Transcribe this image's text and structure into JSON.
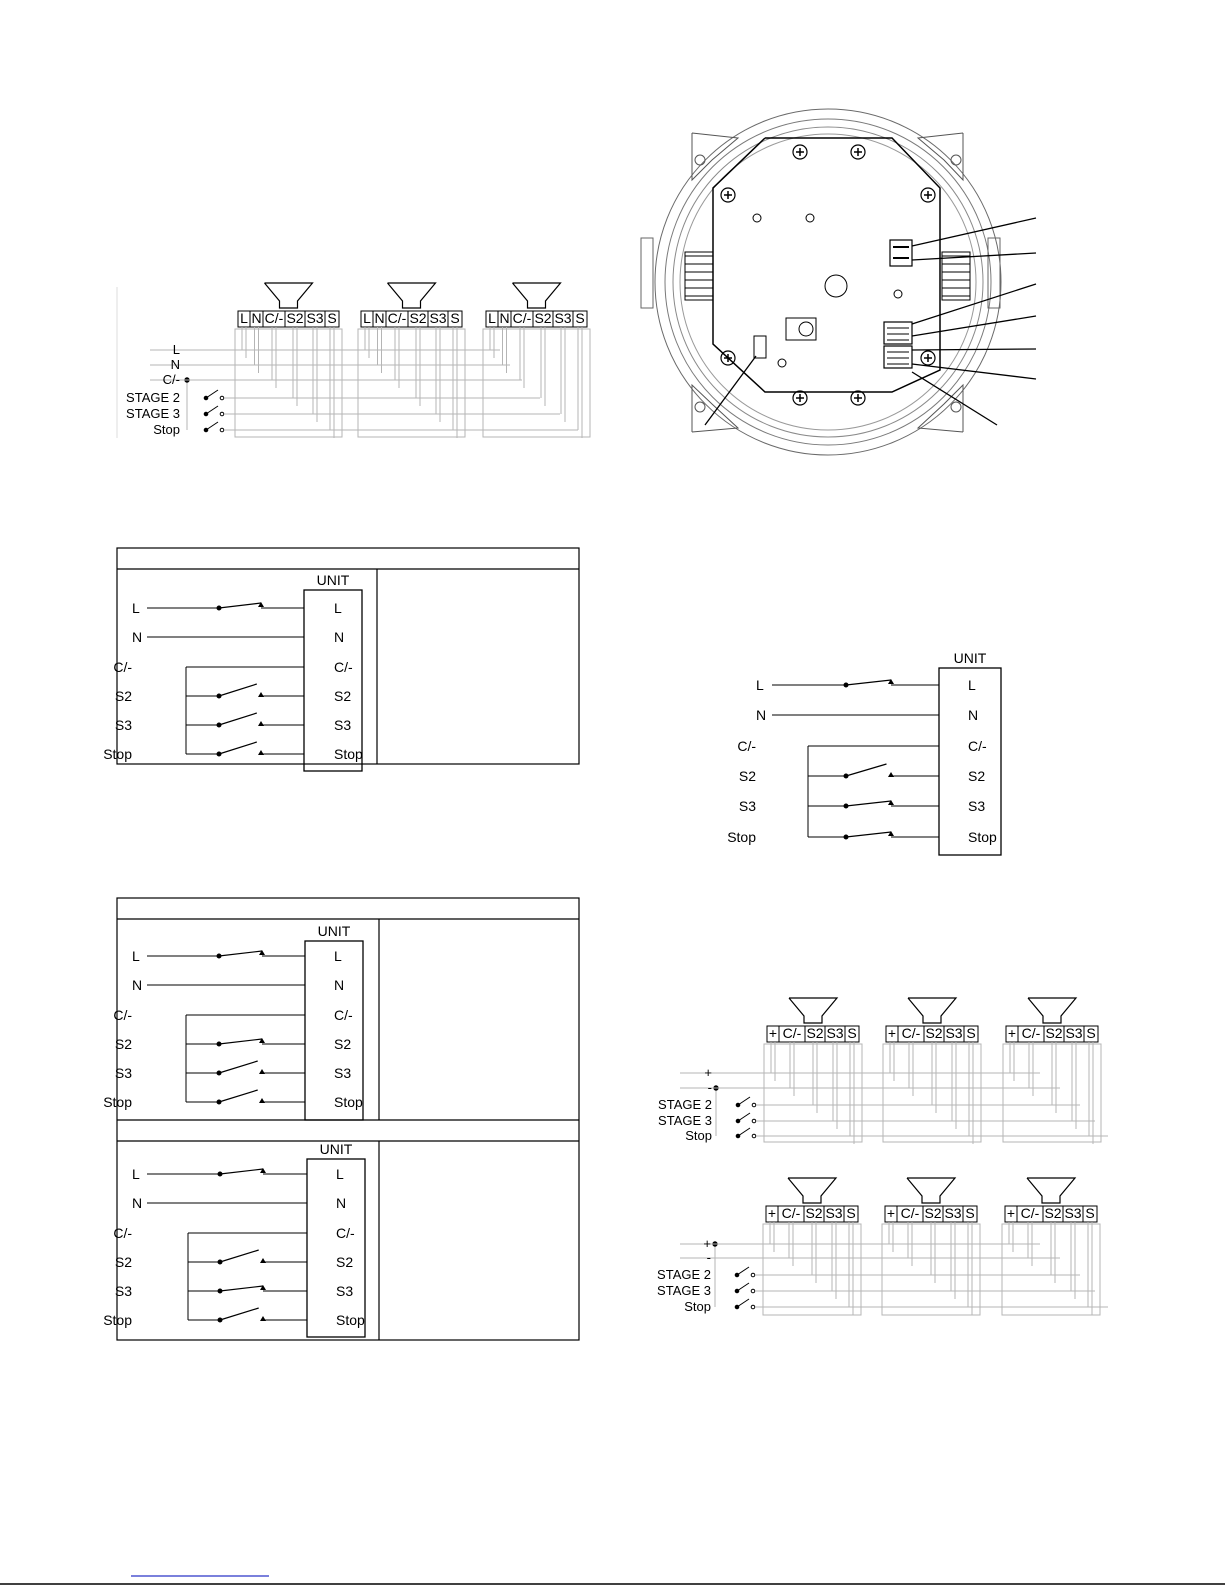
{
  "colors": {
    "line": "#000000",
    "faint": "#b5b5b5",
    "footer_link": "#2a35c8"
  },
  "ac_terminals": [
    "L",
    "N",
    "C/-",
    "S2",
    "S3",
    "S"
  ],
  "dc_terminals": [
    "+",
    "C/-",
    "S2",
    "S3",
    "S"
  ],
  "ac_lines": [
    "L",
    "N",
    "C/-",
    "STAGE 2",
    "STAGE 3",
    "Stop"
  ],
  "dc_lines": [
    "+",
    "-",
    "STAGE 2",
    "STAGE 3",
    "Stop"
  ],
  "unit_diagram": {
    "unit_label": "UNIT",
    "left_labels": [
      "L",
      "N",
      "C/-",
      "S2",
      "S3",
      "Stop"
    ],
    "right_labels": [
      "L",
      "N",
      "C/-",
      "S2",
      "S3",
      "Stop"
    ]
  },
  "icons": {
    "screw": "screw-icon",
    "siren": "sounder-horn-icon"
  }
}
